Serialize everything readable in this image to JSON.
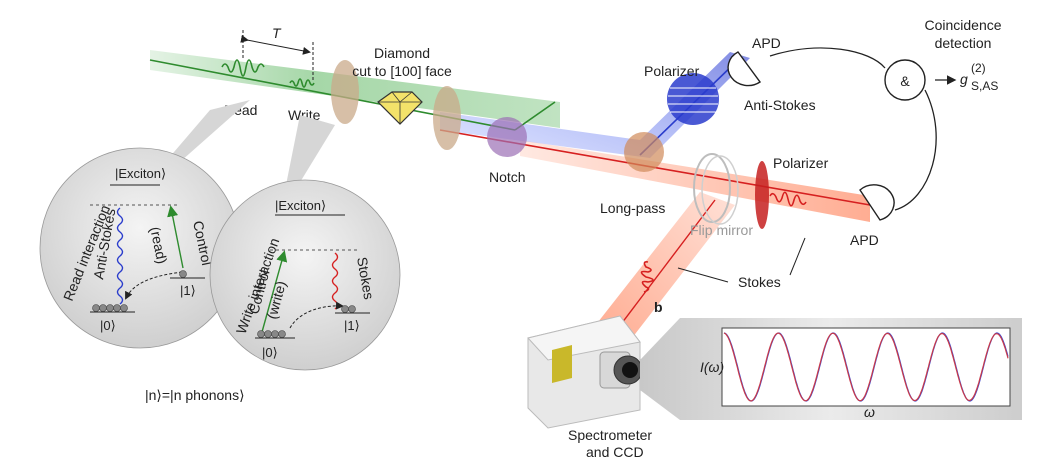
{
  "labels": {
    "delay": "T",
    "read": "Read",
    "write": "Write",
    "diamond_line1": "Diamond",
    "diamond_line2": "cut to [100] face",
    "notch": "Notch",
    "long_pass": "Long-pass",
    "flip_mirror": "Flip mirror",
    "polarizer_top": "Polarizer",
    "polarizer_bottom": "Polarizer",
    "anti_stokes": "Anti-Stokes",
    "stokes": "Stokes",
    "apd_top": "APD",
    "apd_bottom": "APD",
    "coincidence_line1": "Coincidence",
    "coincidence_line2": "detection",
    "and_symbol": "&",
    "g2_symbol": "g",
    "g2_superscript": "(2)",
    "g2_subscript": "S,AS",
    "spectrometer_line1": "Spectrometer",
    "spectrometer_line2": "and CCD",
    "panel_b": "b",
    "phonon_def": "|n⟩=|n phonons⟩"
  },
  "read_bubble": {
    "title": "Read interaction",
    "exciton": "|Exciton⟩",
    "anti_stokes": "Anti-Stokes",
    "control_line1": "Control",
    "control_line2": "(read)",
    "ket0": "|0⟩",
    "ket1": "|1⟩"
  },
  "write_bubble": {
    "title": "Write interaction",
    "exciton": "|Exciton⟩",
    "stokes": "Stokes",
    "control_line1": "Control",
    "control_line2": "(write)",
    "ket0": "|0⟩",
    "ket1": "|1⟩"
  },
  "spectrum_plot": {
    "ylabel": "I(ω)",
    "xlabel": "ω"
  },
  "colors": {
    "green": "#2e8b2e",
    "red": "#d62020",
    "blue": "#2a3ccc",
    "lens": "#c9a98a",
    "notch": "#9b6fb5"
  }
}
